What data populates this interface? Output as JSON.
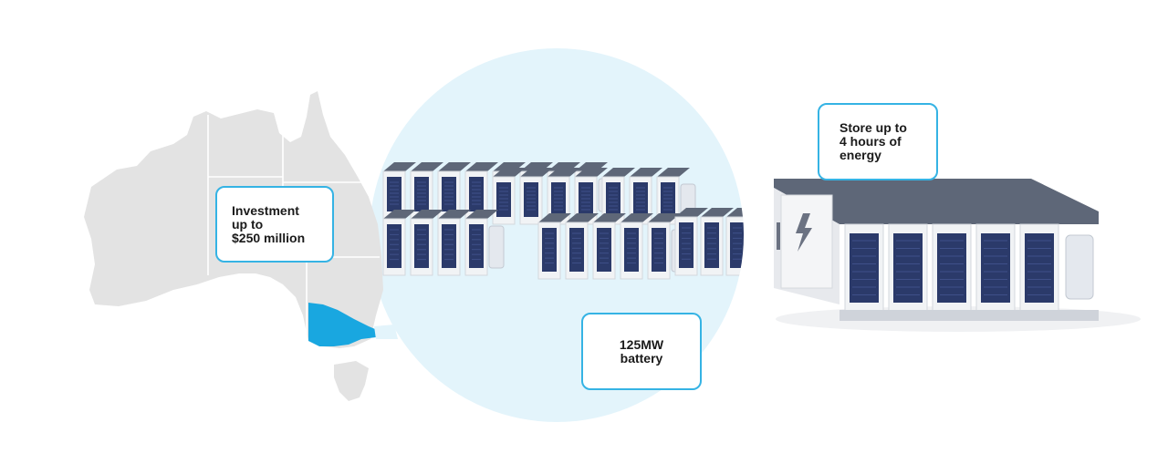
{
  "callouts": {
    "investment": [
      "Investment",
      "up to",
      "$250 million"
    ],
    "battery": [
      "125MW",
      "battery"
    ],
    "storage": [
      "Store up to",
      "4 hours of",
      "energy"
    ]
  },
  "map": {
    "highlighted_region": "Victoria",
    "colors": {
      "land": "#e3e3e3",
      "borders": "#ffffff",
      "highlight": "#19a7e0"
    }
  },
  "colors": {
    "accent": "#35b3e4",
    "zoom_circle": "#e3f4fb",
    "cabinet_roof": "#5e6778",
    "cabinet_body": "#f1f3f5",
    "cabinet_panel": "#2b3a6a"
  },
  "icons": [
    "lightning-bolt-icon",
    "battery-icon"
  ]
}
